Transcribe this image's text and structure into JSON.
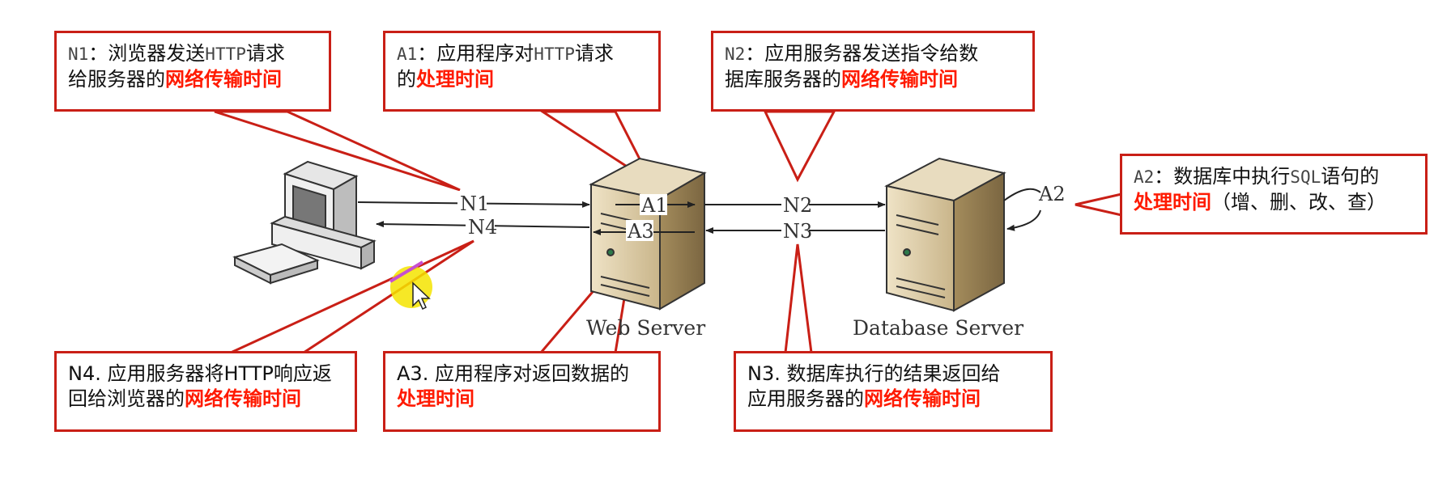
{
  "callouts": {
    "n1": {
      "code": "N1",
      "sep": "：",
      "pre": "浏览器发送",
      "mono": "HTTP",
      "post": "请求",
      "line2": "给服务器的",
      "emph": "网络传输时间"
    },
    "a1": {
      "code": "A1",
      "sep": "：",
      "pre": "应用程序对",
      "mono": "HTTP",
      "post": "请求",
      "line2": "的",
      "emph": "处理时间"
    },
    "n2": {
      "code": "N2",
      "sep": "：",
      "line1": "应用服务器发送指令给数",
      "line2": "据库服务器的",
      "emph": "网络传输时间"
    },
    "a2": {
      "code": "A2",
      "sep": "：",
      "pre": "数据库中执行",
      "mono": "SQL",
      "post": "语句的",
      "emph": "处理时间",
      "tail": "（增、删、改、查）"
    },
    "n4": {
      "line1": "N4. 应用服务器将HTTP响应返",
      "line2": "回给浏览器的",
      "emph": "网络传输时间"
    },
    "a3": {
      "line1": "A3. 应用程序对返回数据的",
      "emph": "处理时间"
    },
    "n3": {
      "line1": "N3. 数据库执行的结果返回给",
      "line2": "应用服务器的",
      "emph": "网络传输时间"
    }
  },
  "diagram": {
    "labels": {
      "n1": "N1",
      "n4": "N4",
      "a1": "A1",
      "a3": "A3",
      "n2": "N2",
      "n3": "N3",
      "a2": "A2"
    },
    "web_server": "Web Server",
    "db_server": "Database Server"
  },
  "colors": {
    "accent": "#c91f16",
    "emphasis": "#ff1a00",
    "cursor_highlight": "#f5e400"
  }
}
